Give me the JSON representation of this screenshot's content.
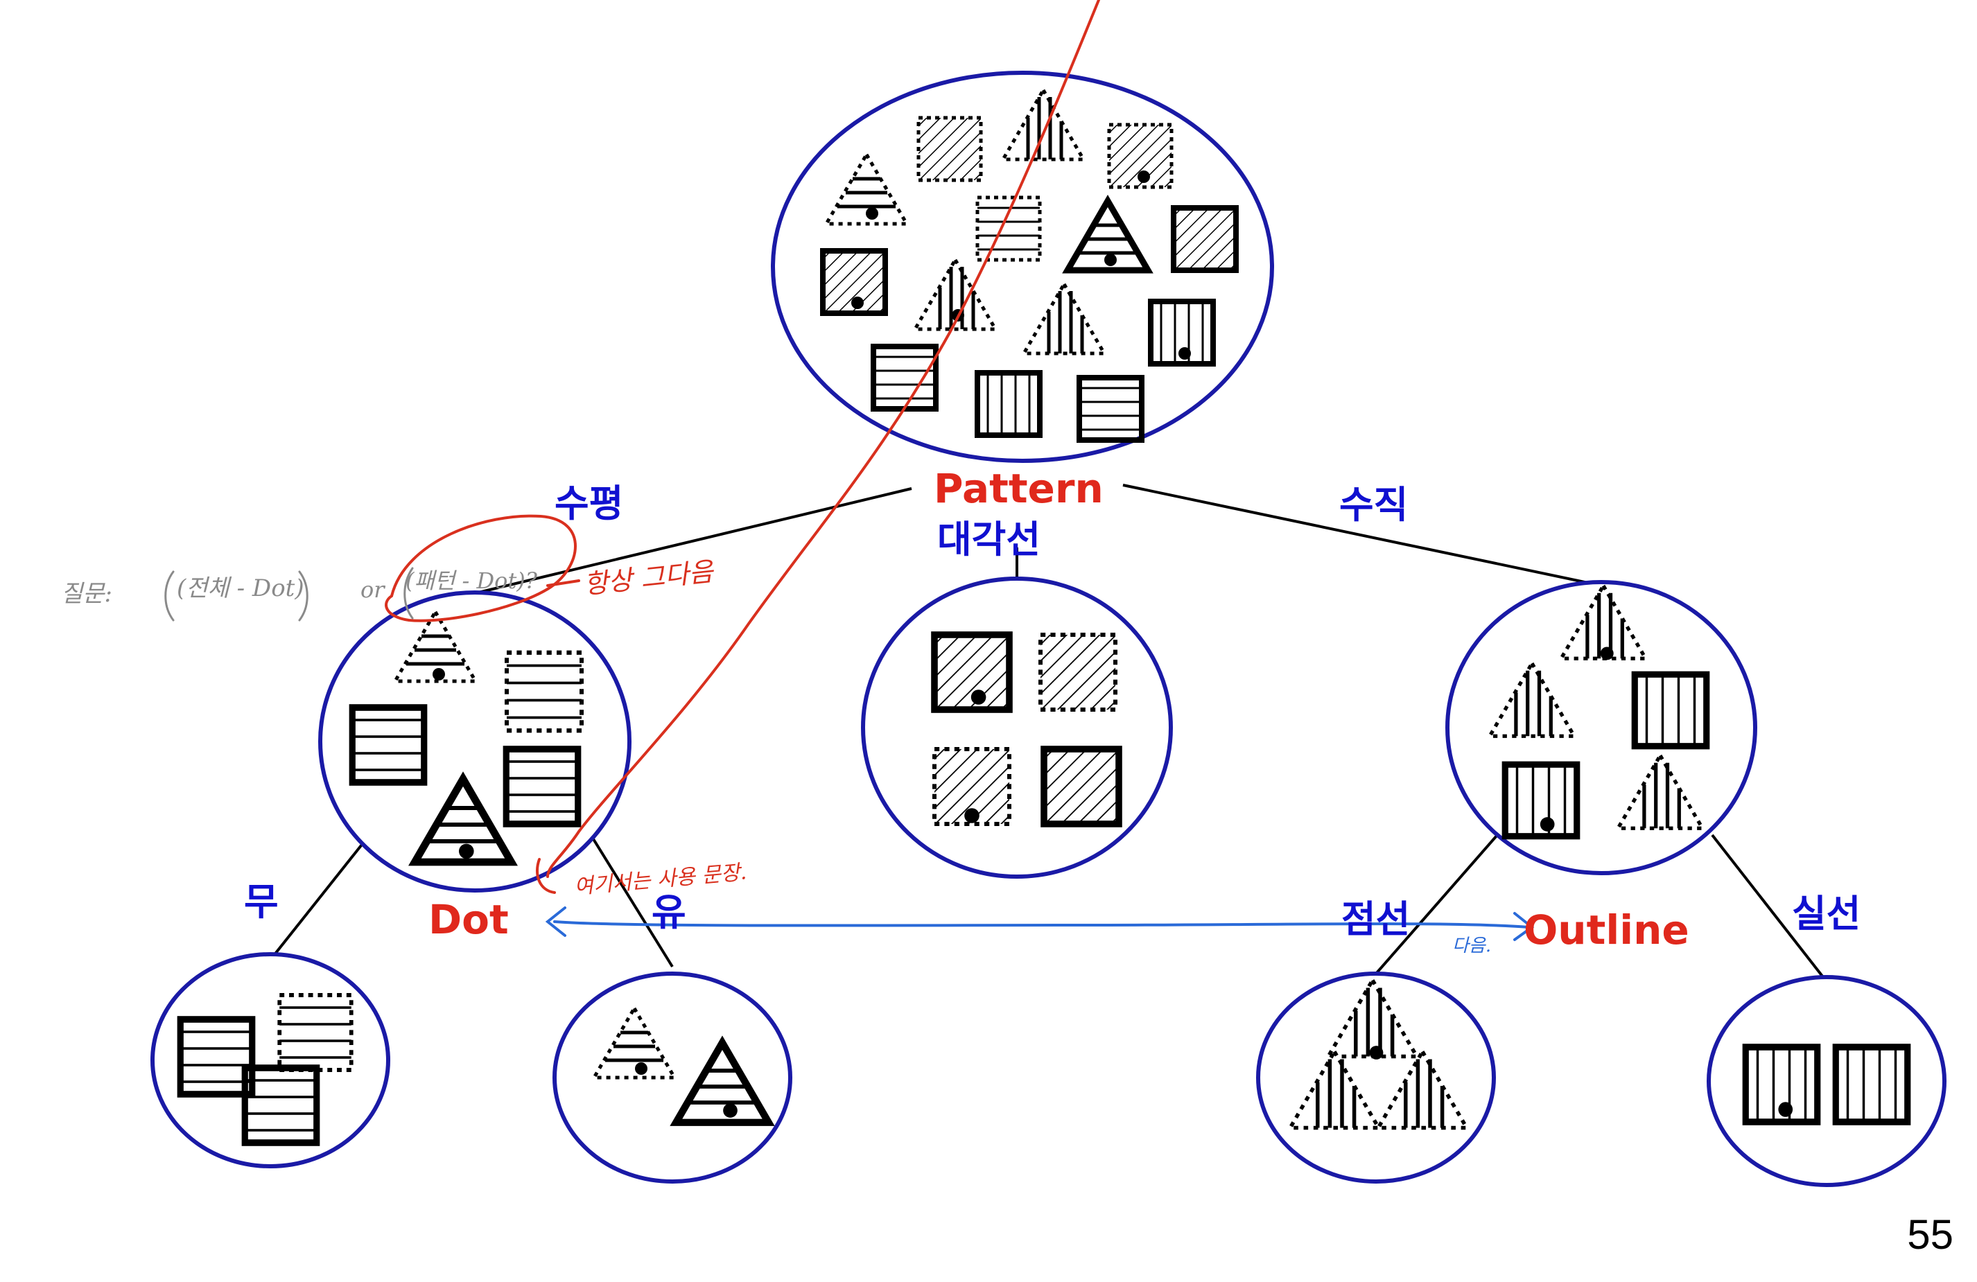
{
  "slide": {
    "page_number": "55"
  },
  "labels": {
    "root": "Pattern",
    "diag": "대각선",
    "horizontal": "수평",
    "vertical": "수직",
    "dot": "Dot",
    "none": "무",
    "has": "유",
    "outline": "Outline",
    "dashed": "점선",
    "solid": "실선"
  },
  "annotations": {
    "question": "질문:",
    "formula_a": "(전체 - Dot)",
    "op": "or",
    "formula_b": "(패턴 - Dot)?",
    "answer": "항상 그다음",
    "note_dot": "여기서는 사용 문장.",
    "note_next": "다음."
  },
  "colors": {
    "node_stroke": "#1a1aa6",
    "edge": "#000000",
    "red_text": "#e0281c",
    "blue_text": "#1010d0",
    "red_ink": "#d9301e",
    "blue_ink": "#2a6ad8",
    "gray_ink": "#8a8a8a"
  }
}
